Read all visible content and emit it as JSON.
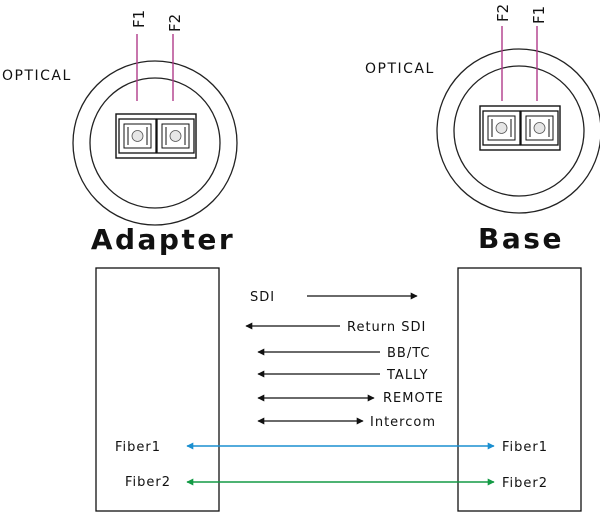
{
  "left_connector": {
    "label": "OPTICAL",
    "fiber_labels": [
      "F1",
      "F2"
    ],
    "device_label": "Adapter"
  },
  "right_connector": {
    "label": "OPTICAL",
    "fiber_labels": [
      "F2",
      "F1"
    ],
    "device_label": "Base"
  },
  "signals": [
    {
      "label": "SDI",
      "direction": "to-base"
    },
    {
      "label": "Return SDI",
      "direction": "to-adapter"
    },
    {
      "label": "BB/TC",
      "direction": "to-adapter"
    },
    {
      "label": "TALLY",
      "direction": "to-adapter"
    },
    {
      "label": "REMOTE",
      "direction": "bidirectional"
    },
    {
      "label": "Intercom",
      "direction": "bidirectional"
    }
  ],
  "fibers": [
    {
      "left_label": "Fiber1",
      "right_label": "Fiber1",
      "color": "#1a8fd0"
    },
    {
      "left_label": "Fiber2",
      "right_label": "Fiber2",
      "color": "#139a45"
    }
  ]
}
